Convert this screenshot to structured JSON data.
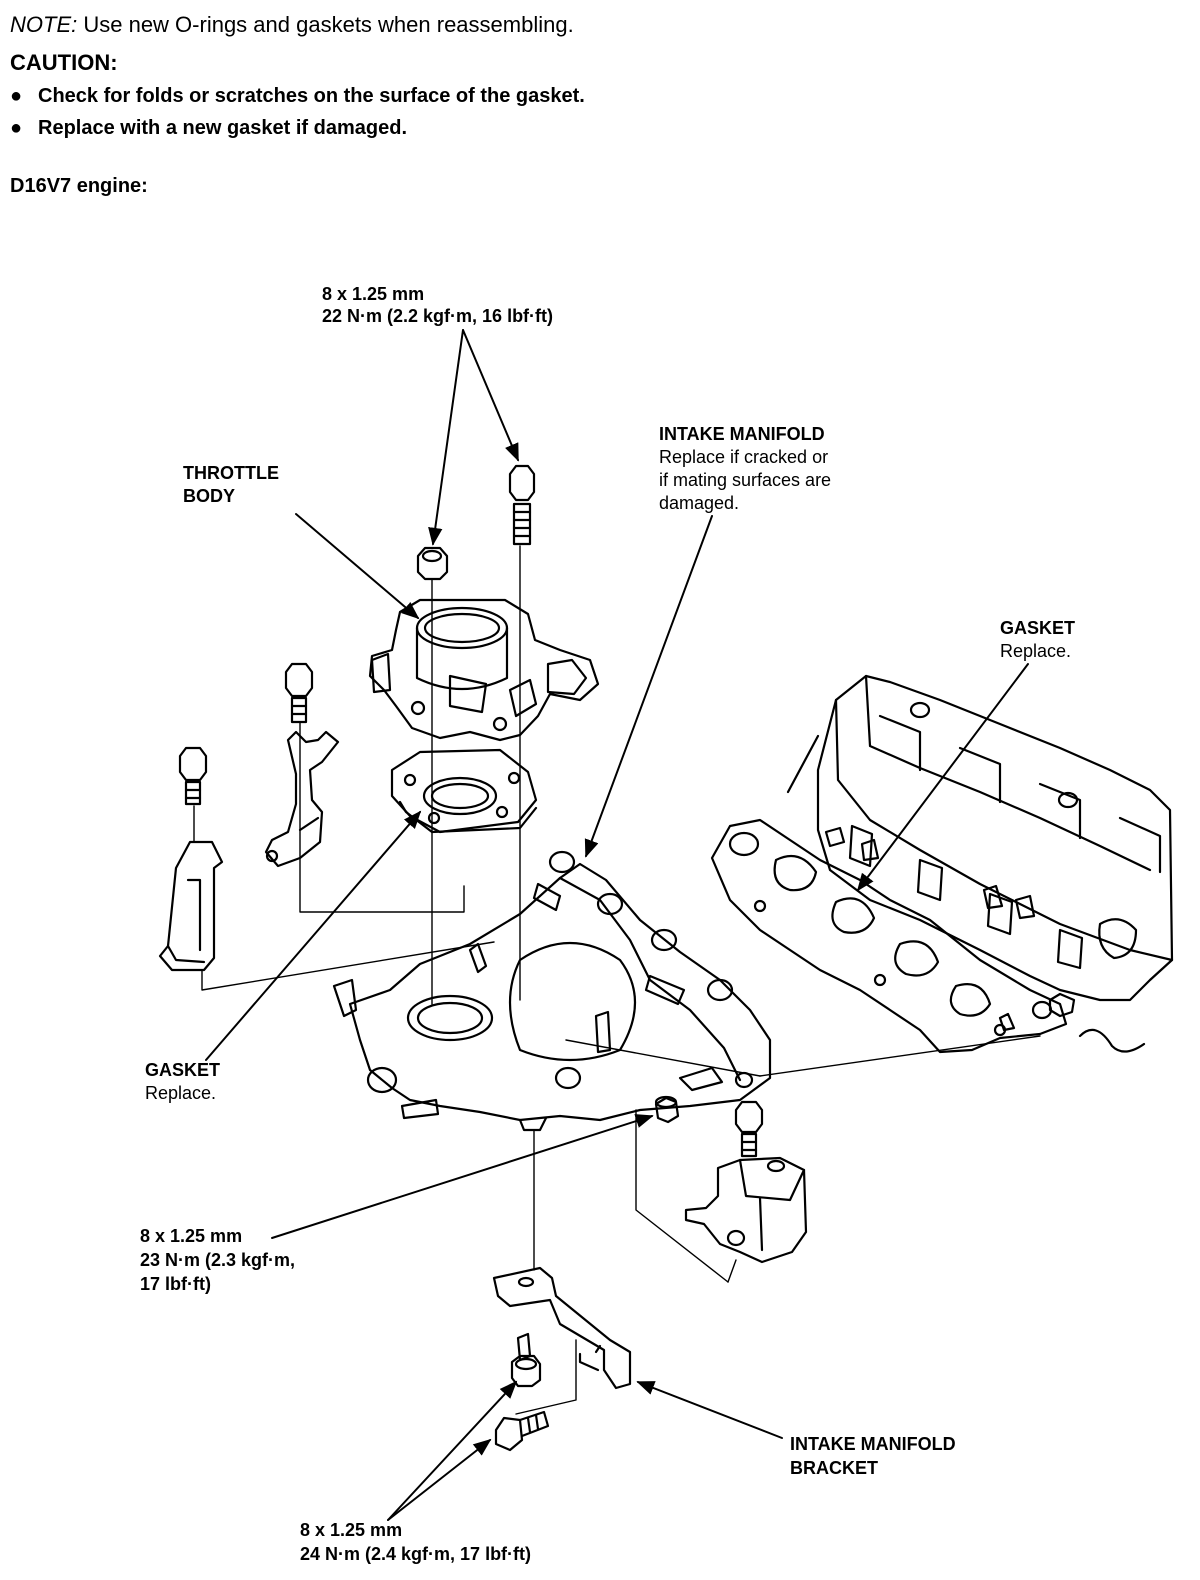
{
  "note": {
    "prefix": "NOTE:",
    "text": " Use new O-rings and gaskets when reassembling."
  },
  "caution": {
    "title": "CAUTION:",
    "items": [
      "Check for folds or scratches on the surface of the gasket.",
      "Replace with a new gasket if damaged."
    ]
  },
  "engine_label": "D16V7 engine:",
  "callouts": {
    "top_bolt": {
      "line1": "8 x 1.25 mm",
      "line2": "22 N·m (2.2 kgf·m, 16 lbf·ft)"
    },
    "throttle_body": {
      "line1": "THROTTLE",
      "line2": "BODY"
    },
    "intake_manifold": {
      "title": "INTAKE MANIFOLD",
      "line1": "Replace if cracked or",
      "line2": "if mating surfaces are",
      "line3": "damaged."
    },
    "gasket_right": {
      "title": "GASKET",
      "note": "Replace."
    },
    "gasket_left": {
      "title": "GASKET",
      "note": "Replace."
    },
    "mid_bolt": {
      "line1": "8 x 1.25 mm",
      "line2": "23 N·m (2.3 kgf·m,",
      "line3": "17 lbf·ft)"
    },
    "bracket": {
      "line1": "INTAKE MANIFOLD",
      "line2": "BRACKET"
    },
    "bottom_bolt": {
      "line1": "8 x 1.25 mm",
      "line2": "24 N·m (2.4 kgf·m, 17 lbf·ft)"
    }
  }
}
